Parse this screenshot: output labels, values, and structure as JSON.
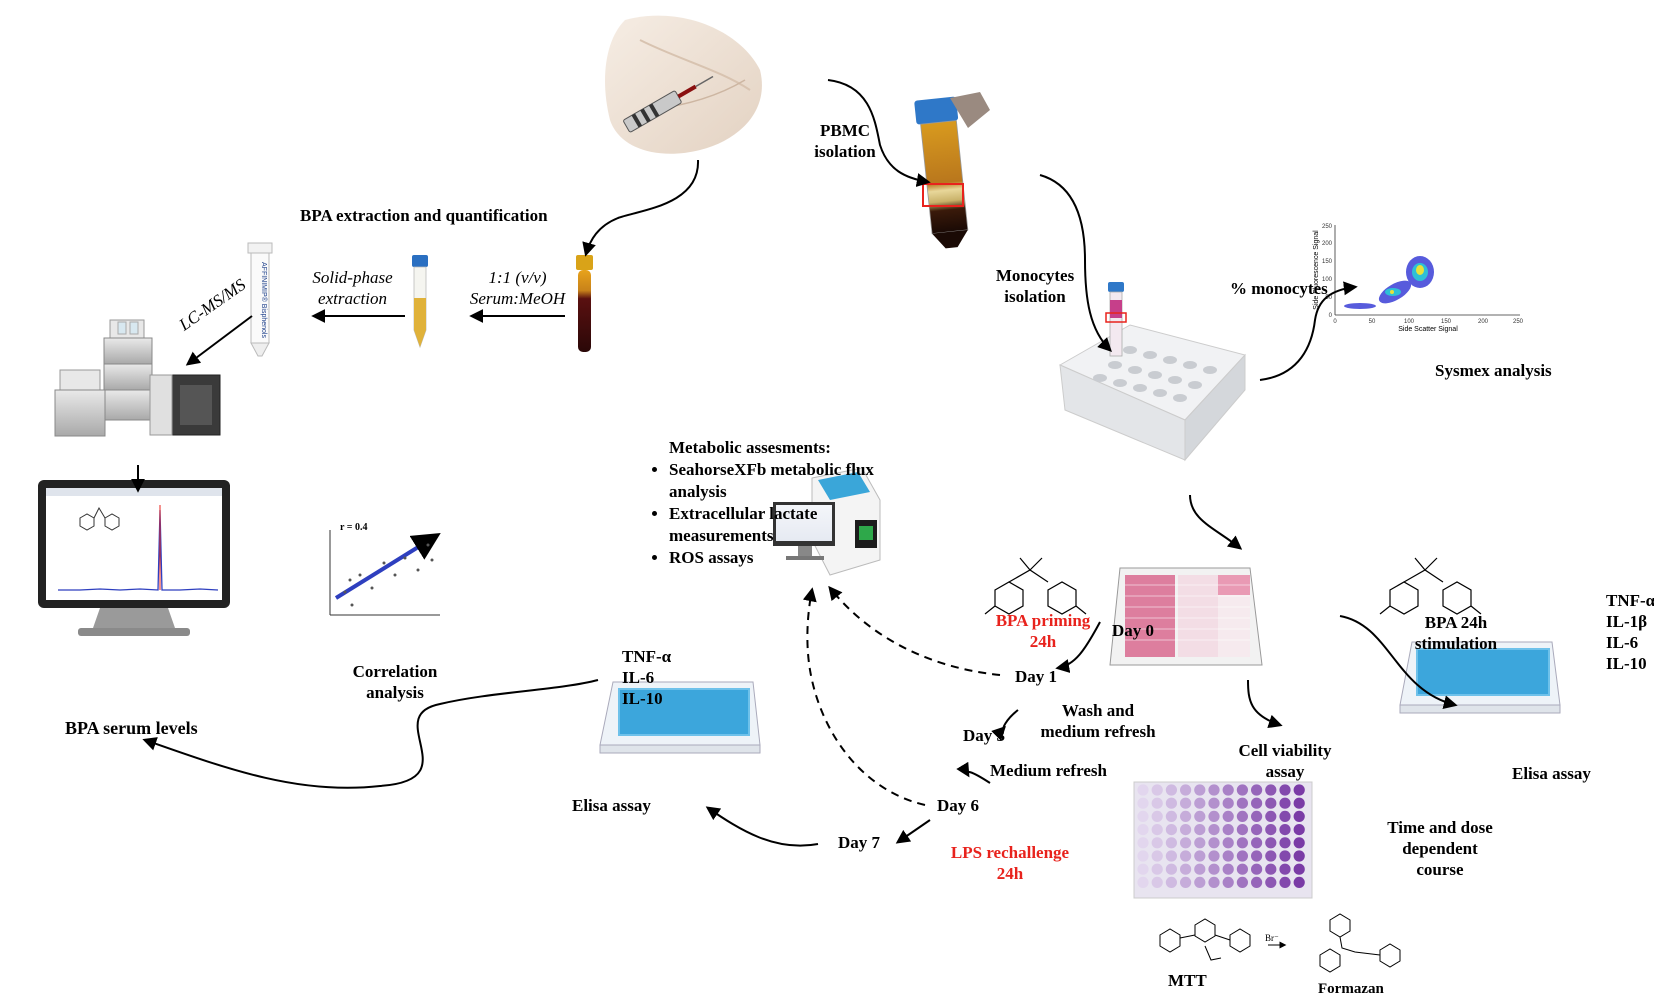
{
  "colors": {
    "arrow": "#000000",
    "highlight": "#e8231d",
    "plate_blue": "#2f9fd8",
    "plate_pink": "#d96a8f",
    "plate_purple": "#7a3ba6",
    "correlation_line": "#2e3fbf"
  },
  "labels": {
    "pbmc_isolation": [
      "PBMC",
      "isolation"
    ],
    "bpa_extraction_title": "BPA extraction and quantification",
    "serum_meoh": [
      "1:1 (v/v)",
      "Serum:MeOH"
    ],
    "solid_phase": [
      "Solid-phase",
      "extraction"
    ],
    "lcms": "LC-MS/MS",
    "cartridge_text": "AFFINIMIP® Bisphenols",
    "monocytes_isolation": [
      "Monocytes",
      "isolation"
    ],
    "pct_monocytes": "% monocytes",
    "sysmex": "Sysmex analysis",
    "bpa_serum_levels": "BPA serum levels",
    "correlation": [
      "Correlation",
      "analysis"
    ],
    "r_value": "r = 0.4",
    "metabolic_title": "Metabolic assesments:",
    "metabolic_items": [
      "SeahorseXFb metabolic flux analysis",
      "Extracellular lactate measurements",
      "ROS assays"
    ],
    "cytokines_left": [
      "TNF-α",
      "IL-6",
      "IL-10"
    ],
    "elisa_left": "Elisa assay",
    "bpa_priming": [
      "BPA priming",
      "24h"
    ],
    "day0": "Day 0",
    "day1": "Day 1",
    "wash": [
      "Wash and",
      "medium refresh"
    ],
    "day3": "Day 3",
    "medium_refresh": "Medium refresh",
    "day6": "Day 6",
    "day7": "Day 7",
    "lps": [
      "LPS rechallenge",
      "24h"
    ],
    "bpa_stim": [
      "BPA 24h",
      "stimulation"
    ],
    "cytokines_right": [
      "TNF-α",
      "IL-1β",
      "IL-6",
      "IL-10"
    ],
    "elisa_right": "Elisa assay",
    "cell_viability": [
      "Cell viability",
      "assay"
    ],
    "time_dose": [
      "Time and dose",
      "dependent",
      "course"
    ],
    "mtt": "MTT",
    "formazan": "Formazan",
    "bromide": "Br⁻",
    "flow_xlabel": "Side Scatter Signal",
    "flow_ylabel": "Side Fluorescence Signal",
    "flow_xticks": [
      "0",
      "50",
      "100",
      "150",
      "200",
      "250"
    ],
    "flow_yticks": [
      "0",
      "50",
      "100",
      "150",
      "200",
      "250"
    ]
  }
}
